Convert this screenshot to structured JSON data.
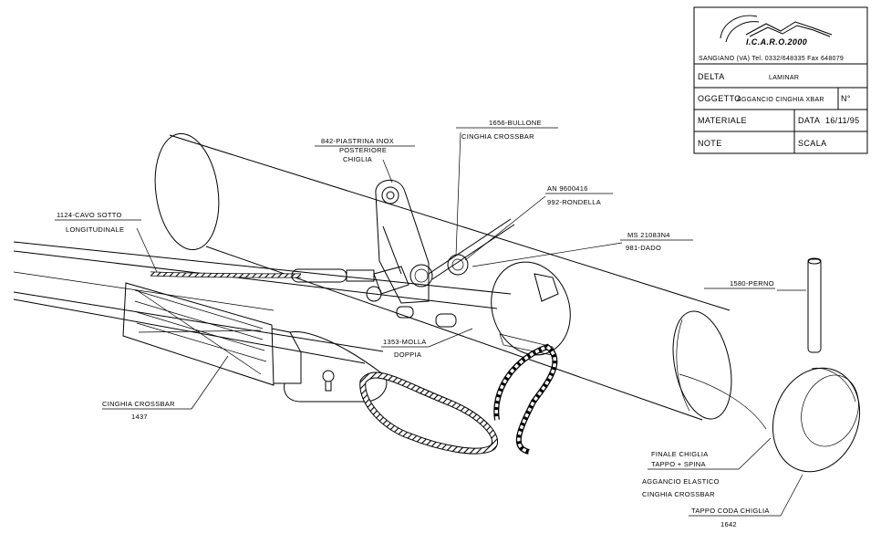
{
  "title_block": {
    "logo_text": "I.C.A.R.O.2000",
    "address": "SANGIANO (VA) Tel. 0332/648335 Fax 648079",
    "delta_label": "DELTA",
    "delta_value": "LAMINAR",
    "oggetto_label": "OGGETTO",
    "oggetto_value": "AGGANCIO CINGHIA XBAR",
    "number_label": "N°",
    "materiale_label": "MATERIALE",
    "data_label": "DATA",
    "data_value": "16/11/95",
    "note_label": "NOTE",
    "scala_label": "SCALA"
  },
  "labels": {
    "piastrina_line1": "842-PIASTRINA INOX",
    "piastrina_line2": "POSTERIORE",
    "piastrina_line3": "CHIGLIA",
    "bullone_line1": "1656-BULLONE",
    "bullone_line2": "CINGHIA CROSSBAR",
    "rondella_line1": "AN 9600416",
    "rondella_line2": "992-RONDELLA",
    "cavo_line1": "1124-CAVO SOTTO",
    "cavo_line2": "LONGITUDINALE",
    "dado_line1": "MS 21083N4",
    "dado_line2": "981-DADO",
    "perno": "1580-PERNO",
    "molla_line1": "1353-MOLLA",
    "molla_line2": "DOPPIA",
    "cinghia_line1": "CINGHIA CROSSBAR",
    "cinghia_line2": "1437",
    "finale_line1": "FINALE CHIGLIA",
    "finale_line2": "TAPPO + SPINA",
    "aggancio_line1": "AGGANCIO ELASTICO",
    "aggancio_line2": "CINGHIA CROSSBAR",
    "tappo_line1": "TAPPO CODA CHIGLIA",
    "tappo_line2": "1642"
  }
}
